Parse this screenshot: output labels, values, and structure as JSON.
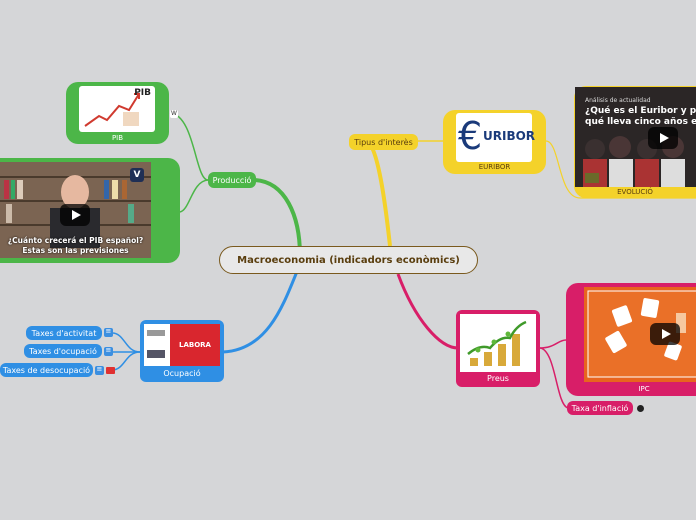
{
  "center": {
    "title": "Macroeconomia (indicadors econòmics)"
  },
  "produccio": {
    "label": "Producció",
    "pib_card_caption": "PIB",
    "pib_image_text": "PIB",
    "wiki_icon": "W",
    "video_title": "¿Cuánto crecerá el PIB español? Estas son las previsiones",
    "video_badge": "V"
  },
  "tipus": {
    "label": "Tipus d'interès",
    "euribor_caption": "EURIBOR",
    "euribor_logo_text": "URIBOR",
    "evolucio_caption": "EVOLUCIÓ",
    "evolucio_topline": "Análisis de actualidad",
    "evolucio_title": "¿Qué es el Euribor y por qué lleva cinco años en ne"
  },
  "ocupacio": {
    "label": "Ocupació",
    "labora_text": "LABORA",
    "items": [
      "Taxes d'activitat",
      "Taxes d'ocupació",
      "Taxes de desocupació"
    ]
  },
  "preus": {
    "label": "Preus",
    "ipc_caption": "IPC",
    "inflacio": "Taxa d'inflació"
  },
  "colors": {
    "produccio": "#4cb648",
    "tipus": "#f4d22a",
    "ocupacio": "#2f8fe4",
    "preus": "#d81e68"
  }
}
